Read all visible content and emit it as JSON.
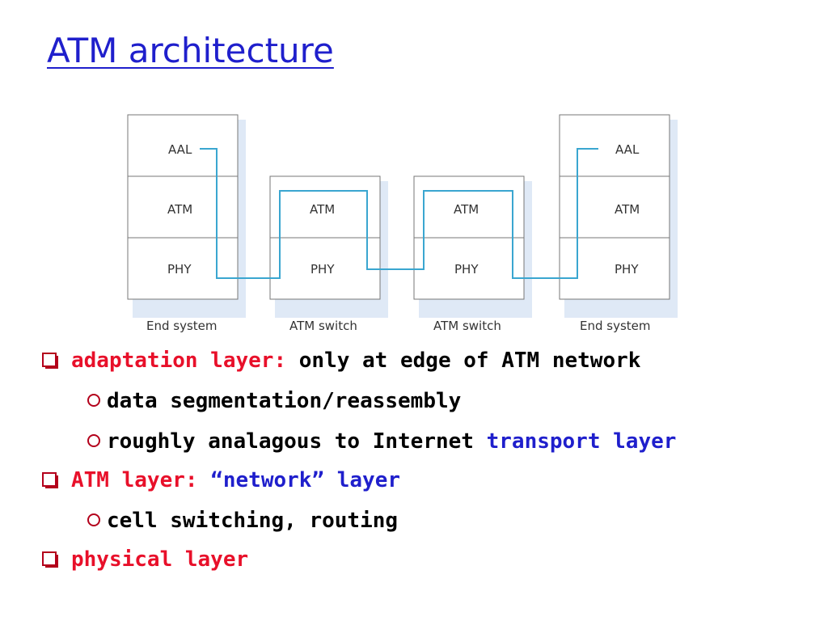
{
  "title": "ATM architecture",
  "diagram": {
    "stacks": [
      {
        "layers": [
          "AAL",
          "ATM",
          "PHY"
        ],
        "caption": "End system"
      },
      {
        "layers": [
          "ATM",
          "PHY"
        ],
        "caption": "ATM switch"
      },
      {
        "layers": [
          "ATM",
          "PHY"
        ],
        "caption": "ATM switch"
      },
      {
        "layers": [
          "AAL",
          "ATM",
          "PHY"
        ],
        "caption": "End system"
      }
    ],
    "line_color": "#3aa6d0"
  },
  "bullets": {
    "b1": {
      "label": "adaptation layer:",
      "text": "only at edge of ATM network"
    },
    "b1_sub1": "data segmentation/reassembly",
    "b1_sub2": {
      "text": "roughly analagous to Internet",
      "highlight": "transport layer"
    },
    "b2": {
      "label": "ATM layer:",
      "highlight": "“network” layer"
    },
    "b2_sub1": "cell switching, routing",
    "b3": {
      "label": "physical layer"
    }
  },
  "colors": {
    "title": "#1f1fcc",
    "label": "#e8102a",
    "highlight": "#1f1fcc",
    "bullet_marker": "#b3001b"
  }
}
